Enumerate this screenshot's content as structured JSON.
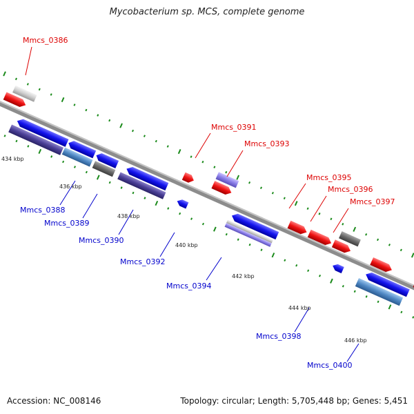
{
  "title": "Mycobacterium sp. MCS, complete genome",
  "footer": {
    "accession": "Accession: NC_008146",
    "summary": "Topology: circular; Length: 5,705,448 bp; Genes: 5,451"
  },
  "colors": {
    "forward": "#ee1111",
    "reverse": "#1111ee",
    "label_forward": "#dd0000",
    "label_reverse": "#0000cc",
    "backbone": "#8a8a8a",
    "tick_major": "#1a8a1a"
  },
  "kbp_ticks": [
    "434 kbp",
    "436 kbp",
    "438 kbp",
    "440 kbp",
    "442 kbp",
    "444 kbp",
    "446 kbp"
  ],
  "forward_labels": [
    "Mmcs_0386",
    "Mmcs_0391",
    "Mmcs_0393",
    "Mmcs_0395",
    "Mmcs_0396",
    "Mmcs_0397"
  ],
  "reverse_labels": [
    "Mmcs_0388",
    "Mmcs_0389",
    "Mmcs_0390",
    "Mmcs_0392",
    "Mmcs_0394",
    "Mmcs_0398",
    "Mmcs_0400"
  ]
}
